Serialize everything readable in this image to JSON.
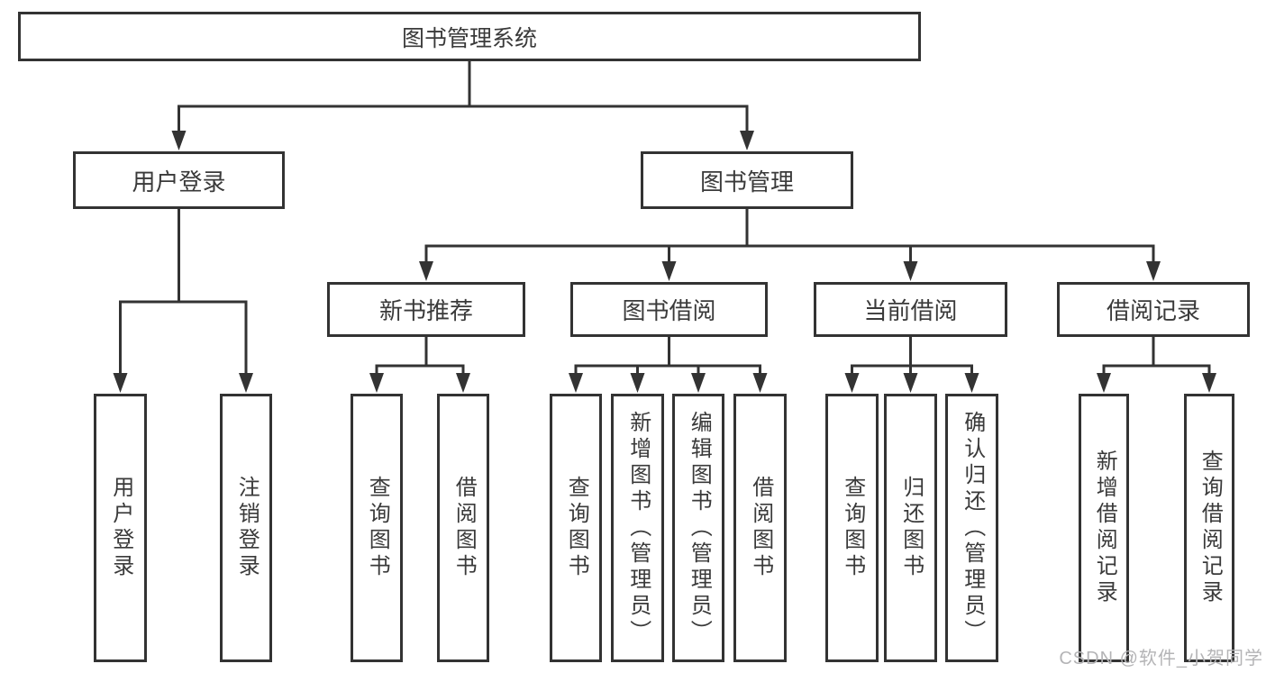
{
  "diagram": {
    "nodes": {
      "root": {
        "label": "图书管理系统"
      },
      "user-login": {
        "label": "用户登录"
      },
      "book-mgmt": {
        "label": "图书管理"
      },
      "new-books": {
        "label": "新书推荐"
      },
      "book-borrow": {
        "label": "图书借阅"
      },
      "current-borrow": {
        "label": "当前借阅"
      },
      "borrow-records": {
        "label": "借阅记录"
      },
      "login-leaf": {
        "label": "用户登录"
      },
      "logout-leaf": {
        "label": "注销登录"
      },
      "nb-query": {
        "label": "查询图书"
      },
      "nb-borrow": {
        "label": "借阅图书"
      },
      "bb-query": {
        "label": "查询图书"
      },
      "bb-add": {
        "label": "新增图书（管理员）"
      },
      "bb-edit": {
        "label": "编辑图书（管理员）"
      },
      "bb-borrow": {
        "label": "借阅图书"
      },
      "cb-query": {
        "label": "查询图书"
      },
      "cb-return": {
        "label": "归还图书"
      },
      "cb-confirm": {
        "label": "确认归还（管理员）"
      },
      "br-add": {
        "label": "新增借阅记录"
      },
      "br-query": {
        "label": "查询借阅记录"
      }
    },
    "edges": [
      {
        "from": "root",
        "to": [
          "user-login",
          "book-mgmt"
        ]
      },
      {
        "from": "user-login",
        "to": [
          "login-leaf",
          "logout-leaf"
        ]
      },
      {
        "from": "book-mgmt",
        "to": [
          "new-books",
          "book-borrow",
          "current-borrow",
          "borrow-records"
        ]
      },
      {
        "from": "new-books",
        "to": [
          "nb-query",
          "nb-borrow"
        ]
      },
      {
        "from": "book-borrow",
        "to": [
          "bb-query",
          "bb-add",
          "bb-edit",
          "bb-borrow"
        ]
      },
      {
        "from": "current-borrow",
        "to": [
          "cb-query",
          "cb-return",
          "cb-confirm"
        ]
      },
      {
        "from": "borrow-records",
        "to": [
          "br-add",
          "br-query"
        ]
      }
    ],
    "watermark": "CSDN @软件_小贺同学",
    "colors": {
      "line": "#333333",
      "text": "#3a3a3a",
      "background": "#ffffff",
      "watermark": "#b4b4b6"
    }
  }
}
